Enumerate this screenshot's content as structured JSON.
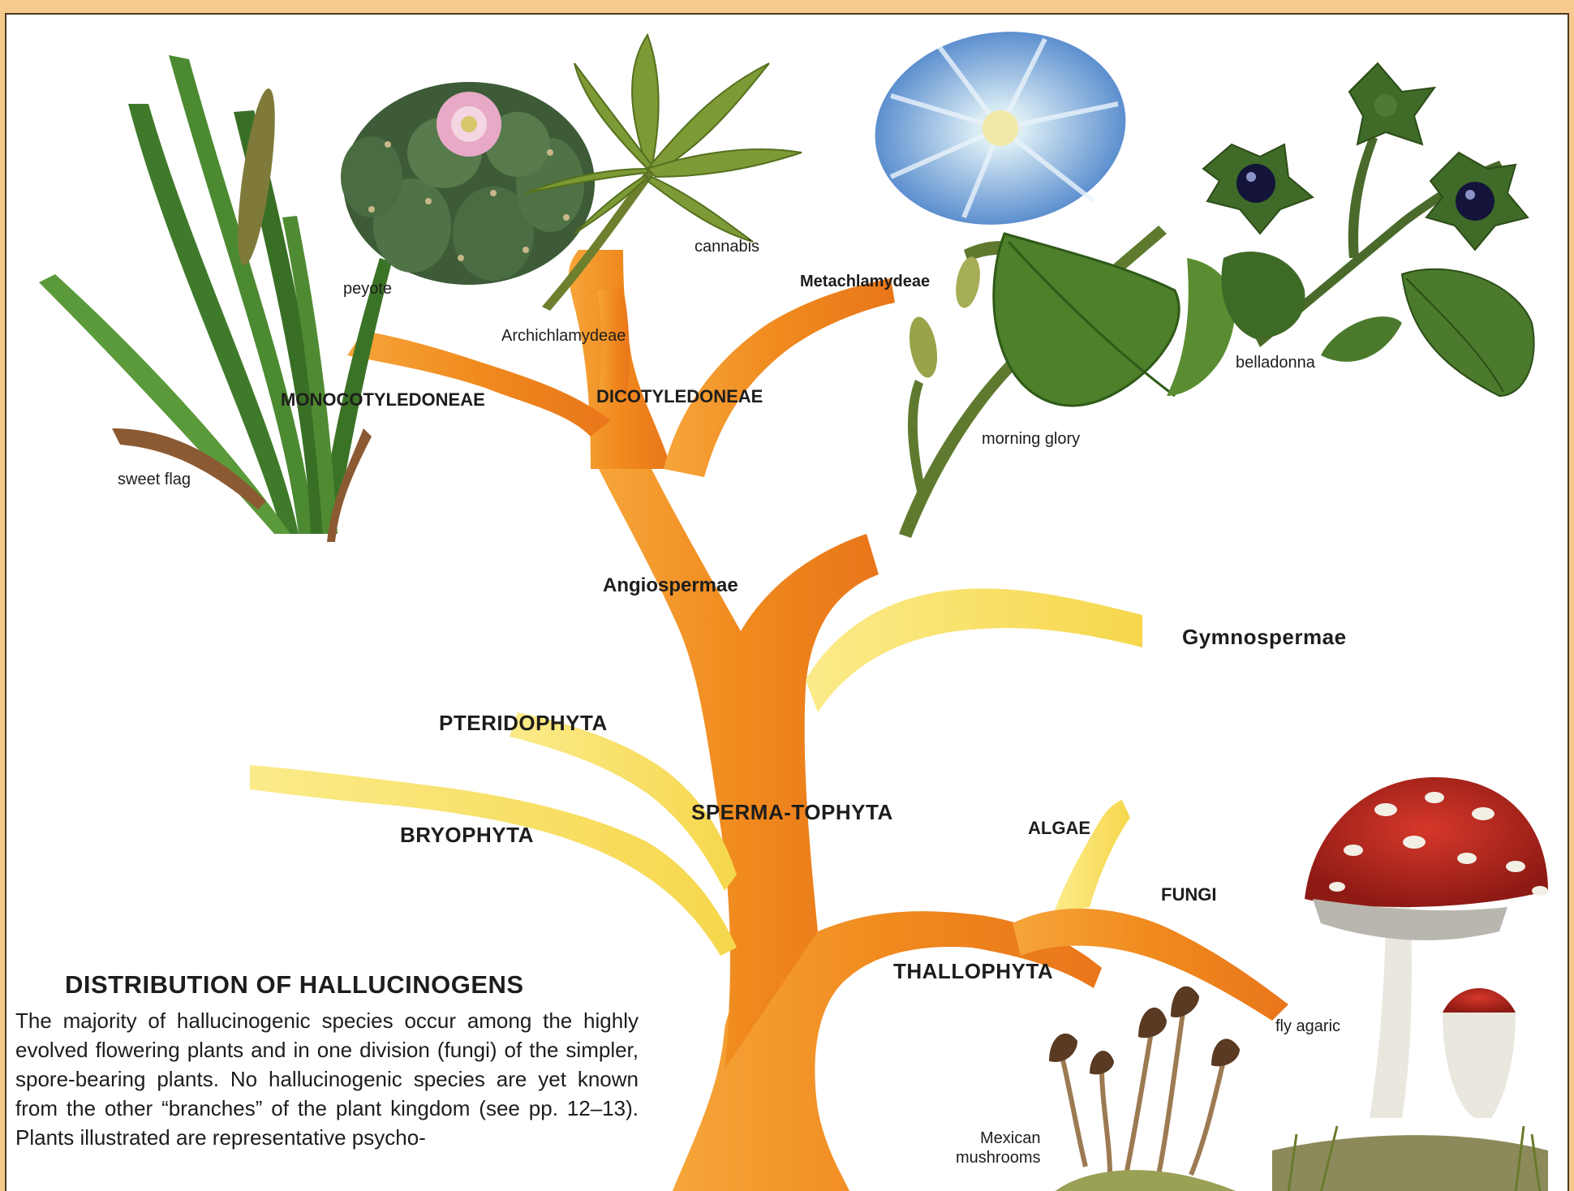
{
  "labels": {
    "sweet_flag": "sweet flag",
    "peyote": "peyote",
    "cannabis": "cannabis",
    "archichlamydeae": "Archichlamydeae",
    "metachlamydeae": "Metachlamydeae",
    "morning_glory": "morning glory",
    "belladonna": "belladonna",
    "monocotyledoneae": "MONOCOTYLEDONEAE",
    "dicotyledoneae": "DICOTYLEDONEAE",
    "angiospermae": "Angiospermae",
    "gymnospermae": "Gymnospermae",
    "pteridophyta": "PTERIDOPHYTA",
    "bryophyta": "BRYOPHYTA",
    "spermatophyta": "SPERMA-TOPHYTA",
    "algae": "ALGAE",
    "fungi": "FUNGI",
    "thallophyta": "THALLOPHYTA",
    "fly_agaric": "fly agaric",
    "mexican_mushrooms_1": "Mexican",
    "mexican_mushrooms_2": "mushrooms"
  },
  "caption": {
    "heading": "DISTRIBUTION OF HALLUCINOGENS",
    "body": "The majority of hallucinogenic species occur among the highly evolved flowering plants and in one division (fungi) of the simpler, spore-bearing plants. No hallucinogenic species are yet known from the other “branches” of the plant kingdom (see pp. 12–13). Plants illustrated are representative psycho-"
  },
  "colors": {
    "background": "#f6c98d",
    "frame": "#4a3a1e",
    "trunk_orange": "#f08a1e",
    "branch_yellow": "#f7df5a"
  },
  "icons": [
    "sweet-flag-illustration",
    "peyote-illustration",
    "cannabis-leaf-illustration",
    "morning-glory-illustration",
    "belladonna-illustration",
    "fly-agaric-illustration",
    "mexican-mushrooms-illustration"
  ]
}
